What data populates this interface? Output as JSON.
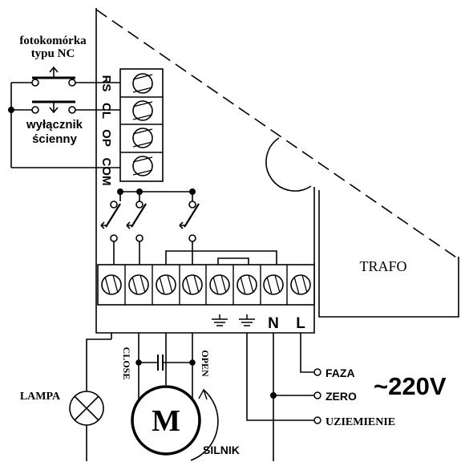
{
  "sensor": {
    "line1": "fotokomórka",
    "line2": "typu NC"
  },
  "wall_switch": {
    "line1": "wyłącznik",
    "line2": "ścienny"
  },
  "control_terminals": [
    "RS",
    "CL",
    "OP",
    "COM"
  ],
  "transformer": "TRAFO",
  "terminal_marks": {
    "neutral": "N",
    "line": "L"
  },
  "motor_leads": {
    "close": "CLOSE",
    "open": "OPEN"
  },
  "lamp": "LAMPA",
  "motor": {
    "symbol": "M",
    "label": "SILNIK"
  },
  "mains": {
    "phase": "FAZA",
    "neutral": "ZERO",
    "earth": "UZIEMIENIE",
    "voltage": "~220V"
  }
}
